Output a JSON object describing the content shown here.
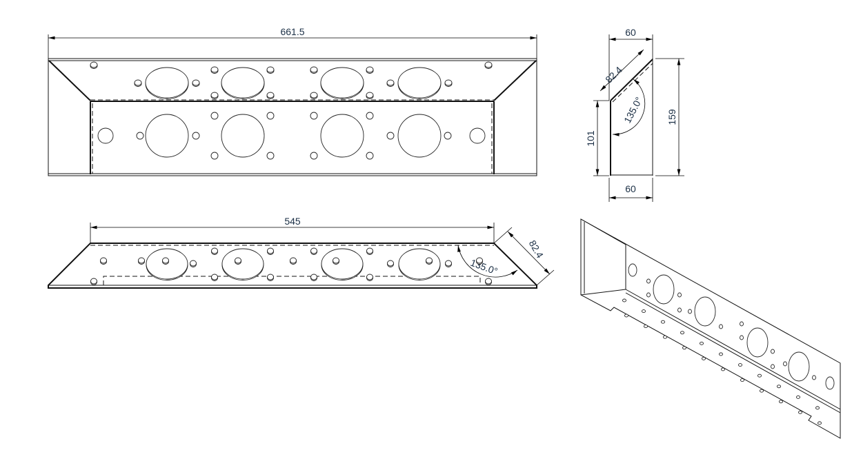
{
  "drawing": {
    "front_view": {
      "width_dim": "661.5"
    },
    "side_view": {
      "top_width_dim": "60",
      "flange_dim": "82.4",
      "angle_dim": "135.0°",
      "lower_height_dim": "101",
      "total_height_dim": "159",
      "bottom_width_dim": "60"
    },
    "bottom_view": {
      "inner_width_dim": "545",
      "flange_dim": "82.4",
      "angle_dim": "135.0°"
    },
    "iso_view": {}
  },
  "colors": {
    "line": "#111111",
    "dim_text": "#1b2f45"
  }
}
